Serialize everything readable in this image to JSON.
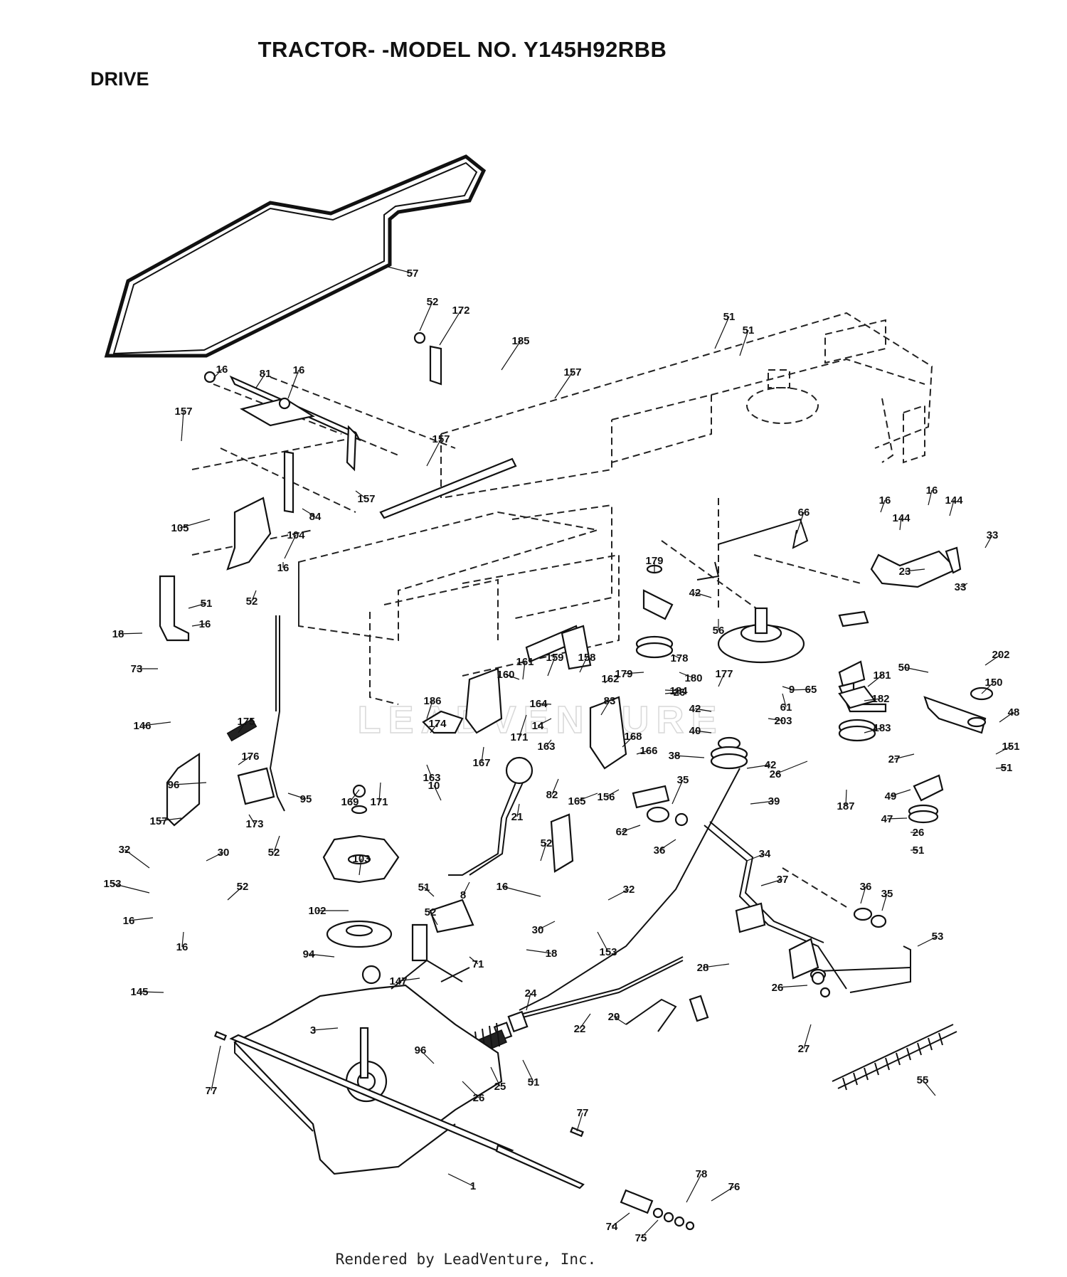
{
  "header": {
    "title": "TRACTOR- -MODEL NO. Y145H92RBB",
    "section": "DRIVE"
  },
  "footer": {
    "text": "Rendered by LeadVenture, Inc."
  },
  "watermark": {
    "text": "LEADVENTURE"
  },
  "callouts": [
    {
      "id": "c1",
      "label": "57"
    },
    {
      "id": "c2",
      "label": "52"
    },
    {
      "id": "c3",
      "label": "172"
    },
    {
      "id": "c4",
      "label": "185"
    },
    {
      "id": "c5",
      "label": "157"
    },
    {
      "id": "c6",
      "label": "51"
    },
    {
      "id": "c7",
      "label": "51"
    },
    {
      "id": "c8",
      "label": "16"
    },
    {
      "id": "c9",
      "label": "81"
    },
    {
      "id": "c10",
      "label": "16"
    },
    {
      "id": "c11",
      "label": "157"
    },
    {
      "id": "c12",
      "label": "157"
    },
    {
      "id": "c13",
      "label": "157"
    },
    {
      "id": "c14",
      "label": "84"
    },
    {
      "id": "c15",
      "label": "105"
    },
    {
      "id": "c16",
      "label": "104"
    },
    {
      "id": "c17",
      "label": "16"
    },
    {
      "id": "c18",
      "label": "52"
    },
    {
      "id": "c19",
      "label": "18"
    },
    {
      "id": "c20",
      "label": "51"
    },
    {
      "id": "c21",
      "label": "16"
    },
    {
      "id": "c22",
      "label": "73"
    },
    {
      "id": "c23",
      "label": "146"
    },
    {
      "id": "c24",
      "label": "175"
    },
    {
      "id": "c25",
      "label": "176"
    },
    {
      "id": "c26",
      "label": "96"
    },
    {
      "id": "c27",
      "label": "95"
    },
    {
      "id": "c28",
      "label": "157"
    },
    {
      "id": "c29",
      "label": "173"
    },
    {
      "id": "c30",
      "label": "52"
    },
    {
      "id": "c31",
      "label": "66"
    },
    {
      "id": "c32",
      "label": "16"
    },
    {
      "id": "c33",
      "label": "16"
    },
    {
      "id": "c34",
      "label": "144"
    },
    {
      "id": "c35",
      "label": "144"
    },
    {
      "id": "c36",
      "label": "33"
    },
    {
      "id": "c37",
      "label": "23"
    },
    {
      "id": "c38",
      "label": "33"
    },
    {
      "id": "c39",
      "label": "179"
    },
    {
      "id": "c40",
      "label": "42"
    },
    {
      "id": "c41",
      "label": "178"
    },
    {
      "id": "c42",
      "label": "56"
    },
    {
      "id": "c43",
      "label": "179"
    },
    {
      "id": "c44",
      "label": "180"
    },
    {
      "id": "c45",
      "label": "9"
    },
    {
      "id": "c46",
      "label": "61"
    },
    {
      "id": "c47",
      "label": "181"
    },
    {
      "id": "c48",
      "label": "202"
    },
    {
      "id": "c49",
      "label": "50"
    },
    {
      "id": "c50",
      "label": "150"
    },
    {
      "id": "c51",
      "label": "161"
    },
    {
      "id": "c52",
      "label": "159"
    },
    {
      "id": "c53",
      "label": "158"
    },
    {
      "id": "c54",
      "label": "160"
    },
    {
      "id": "c55",
      "label": "162"
    },
    {
      "id": "c56",
      "label": "26"
    },
    {
      "id": "c57",
      "label": "177"
    },
    {
      "id": "c58",
      "label": "65"
    },
    {
      "id": "c59",
      "label": "184"
    },
    {
      "id": "c60",
      "label": "182"
    },
    {
      "id": "c61",
      "label": "42"
    },
    {
      "id": "c62",
      "label": "203"
    },
    {
      "id": "c63",
      "label": "48"
    },
    {
      "id": "c64",
      "label": "186"
    },
    {
      "id": "c65",
      "label": "164"
    },
    {
      "id": "c66",
      "label": "83"
    },
    {
      "id": "c67",
      "label": "40"
    },
    {
      "id": "c68",
      "label": "183"
    },
    {
      "id": "c69",
      "label": "174"
    },
    {
      "id": "c70",
      "label": "14"
    },
    {
      "id": "c71",
      "label": "171"
    },
    {
      "id": "c72",
      "label": "163"
    },
    {
      "id": "c73",
      "label": "167"
    },
    {
      "id": "c74",
      "label": "168"
    },
    {
      "id": "c75",
      "label": "166"
    },
    {
      "id": "c76",
      "label": "38"
    },
    {
      "id": "c77",
      "label": "42"
    },
    {
      "id": "c78",
      "label": "27"
    },
    {
      "id": "c79",
      "label": "151"
    },
    {
      "id": "c80",
      "label": "26"
    },
    {
      "id": "c81",
      "label": "51"
    },
    {
      "id": "c82",
      "label": "163"
    },
    {
      "id": "c83",
      "label": "169"
    },
    {
      "id": "c84",
      "label": "171"
    },
    {
      "id": "c85",
      "label": "82"
    },
    {
      "id": "c86",
      "label": "165"
    },
    {
      "id": "c87",
      "label": "156"
    },
    {
      "id": "c88",
      "label": "35"
    },
    {
      "id": "c89",
      "label": "39"
    },
    {
      "id": "c90",
      "label": "187"
    },
    {
      "id": "c91",
      "label": "49"
    },
    {
      "id": "c92",
      "label": "47"
    },
    {
      "id": "c93",
      "label": "10"
    },
    {
      "id": "c94",
      "label": "21"
    },
    {
      "id": "c95",
      "label": "62"
    },
    {
      "id": "c96",
      "label": "36"
    },
    {
      "id": "c97",
      "label": "26"
    },
    {
      "id": "c98",
      "label": "51"
    },
    {
      "id": "c99",
      "label": "34"
    },
    {
      "id": "c100",
      "label": "32"
    },
    {
      "id": "c101",
      "label": "30"
    },
    {
      "id": "c102",
      "label": "153"
    },
    {
      "id": "c103",
      "label": "52"
    },
    {
      "id": "c104",
      "label": "16"
    },
    {
      "id": "c105",
      "label": "16"
    },
    {
      "id": "c106",
      "label": "103"
    },
    {
      "id": "c107",
      "label": "52"
    },
    {
      "id": "c108",
      "label": "37"
    },
    {
      "id": "c109",
      "label": "102"
    },
    {
      "id": "c110",
      "label": "8"
    },
    {
      "id": "c111",
      "label": "51"
    },
    {
      "id": "c112",
      "label": "16"
    },
    {
      "id": "c113",
      "label": "32"
    },
    {
      "id": "c114",
      "label": "36"
    },
    {
      "id": "c115",
      "label": "35"
    },
    {
      "id": "c116",
      "label": "52"
    },
    {
      "id": "c117",
      "label": "30"
    },
    {
      "id": "c118",
      "label": "153"
    },
    {
      "id": "c119",
      "label": "53"
    },
    {
      "id": "c120",
      "label": "94"
    },
    {
      "id": "c121",
      "label": "71"
    },
    {
      "id": "c122",
      "label": "18"
    },
    {
      "id": "c123",
      "label": "28"
    },
    {
      "id": "c124",
      "label": "147"
    },
    {
      "id": "c125",
      "label": "145"
    },
    {
      "id": "c126",
      "label": "26"
    },
    {
      "id": "c127",
      "label": "24"
    },
    {
      "id": "c128",
      "label": "29"
    },
    {
      "id": "c129",
      "label": "22"
    },
    {
      "id": "c130",
      "label": "27"
    },
    {
      "id": "c131",
      "label": "3"
    },
    {
      "id": "c132",
      "label": "96"
    },
    {
      "id": "c133",
      "label": "77"
    },
    {
      "id": "c134",
      "label": "26"
    },
    {
      "id": "c135",
      "label": "25"
    },
    {
      "id": "c136",
      "label": "51"
    },
    {
      "id": "c137",
      "label": "55"
    },
    {
      "id": "c138",
      "label": "77"
    },
    {
      "id": "c139",
      "label": "1"
    },
    {
      "id": "c140",
      "label": "78"
    },
    {
      "id": "c141",
      "label": "76"
    },
    {
      "id": "c142",
      "label": "74"
    },
    {
      "id": "c143",
      "label": "75"
    }
  ]
}
